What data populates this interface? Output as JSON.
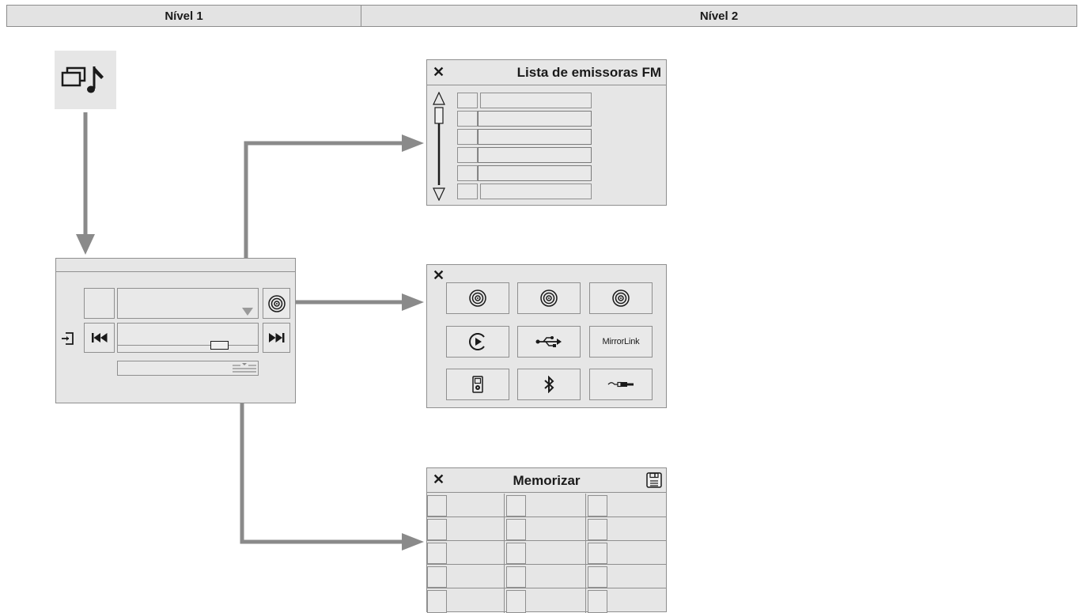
{
  "header": {
    "col1": "Nível 1",
    "col2": "Nível 2"
  },
  "fm_list": {
    "close": "✕",
    "title": "Lista de emissoras FM"
  },
  "sources": {
    "close": "✕",
    "mirrorlink_label": "MirrorLink"
  },
  "memorize": {
    "close": "✕",
    "title": "Memorizar"
  },
  "icons": {
    "level1": "media-music-icon",
    "radio": "radio-waves-icon",
    "prev": "previous-track-icon",
    "next": "next-track-icon",
    "exit": "exit-icon",
    "scroll_up": "scroll-up-icon",
    "scroll_down": "scroll-down-icon",
    "save": "floppy-save-icon",
    "play": "play-circle-icon",
    "usb": "usb-icon",
    "ipod": "ipod-icon",
    "bluetooth": "bluetooth-icon",
    "jack": "aux-jack-icon"
  },
  "colors": {
    "arrow": "#8a8a8a",
    "panel": "#e6e6e6",
    "border": "#8f8f8f"
  }
}
